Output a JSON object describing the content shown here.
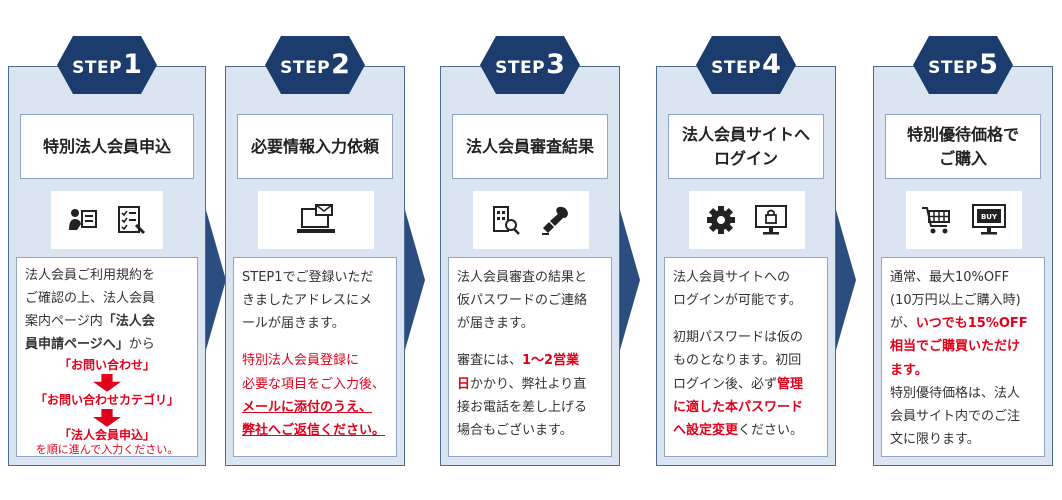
{
  "steps": [
    {
      "badge_word": "STEP",
      "badge_num": "1",
      "title": [
        "特別法人会員申込"
      ],
      "icons": [
        "person-form-icon",
        "checklist-icon"
      ],
      "desc": {
        "l1": "法人会員ご利用規約を",
        "l2": "ご確認の上、法人会員",
        "l3": "案内ページ内",
        "l3b": "「法人会",
        "l4b": "員申請ページへ」",
        "l4": "から",
        "f1": "「お問い合わせ」",
        "f2": "「お問い合わせカテゴリ」",
        "f3": "「法人会員申込」",
        "f4": "を順に進んで入力ください。"
      }
    },
    {
      "badge_word": "STEP",
      "badge_num": "2",
      "title": [
        "必要情報入力依頼"
      ],
      "icons": [
        "laptop-email-icon"
      ],
      "desc": {
        "l1": "STEP1でご登録いただ",
        "l2": "きましたアドレスにメ",
        "l3": "ールが届きます。",
        "r1": "特別法人会員登録に",
        "r2": "必要な項目をご入力後、",
        "r3": "メールに添付のうえ、",
        "r4": "弊社へご返信ください。"
      }
    },
    {
      "badge_word": "STEP",
      "badge_num": "3",
      "title": [
        "法人会員審査結果"
      ],
      "icons": [
        "building-search-icon",
        "stamp-icon"
      ],
      "desc": {
        "l1": "法人会員審査の結果と",
        "l2": "仮パスワードのご連絡",
        "l3": "が届きます。",
        "p1a": "審査には、",
        "p1b": "1～2営業",
        "p2b": "日",
        "p2a": "かかり、弊社より直",
        "p3": "接お電話を差し上げる",
        "p4": "場合もございます。"
      }
    },
    {
      "badge_word": "STEP",
      "badge_num": "4",
      "title": [
        "法人会員サイトへ",
        "ログイン"
      ],
      "icons": [
        "gear-icon",
        "monitor-lock-icon"
      ],
      "desc": {
        "l1": "法人会員サイトへの",
        "l2": "ログインが可能です。",
        "p1": "初期パスワードは仮の",
        "p2": "ものとなります。初回",
        "p3a": "ログイン後、必ず",
        "p3b": "管理",
        "p4b": "に適した本パスワード",
        "p5b": "へ設定変更",
        "p5a": "ください。"
      }
    },
    {
      "badge_word": "STEP",
      "badge_num": "5",
      "title": [
        "特別優待価格で",
        "ご購入"
      ],
      "icons": [
        "shopping-cart-icon",
        "monitor-buy-icon"
      ],
      "desc": {
        "l1": "通常、最大10%OFF",
        "l2": "(10万円以上ご購入時)",
        "l3a": "が、",
        "l3b": "いつでも15%OFF",
        "l4b": "相当でご購買いただけ",
        "l5b": "ます。",
        "p1": "特別優待価格は、法人",
        "p2": "会員サイト内でのご注",
        "p3": "文に限ります。"
      },
      "buy_label": "BUY"
    }
  ]
}
